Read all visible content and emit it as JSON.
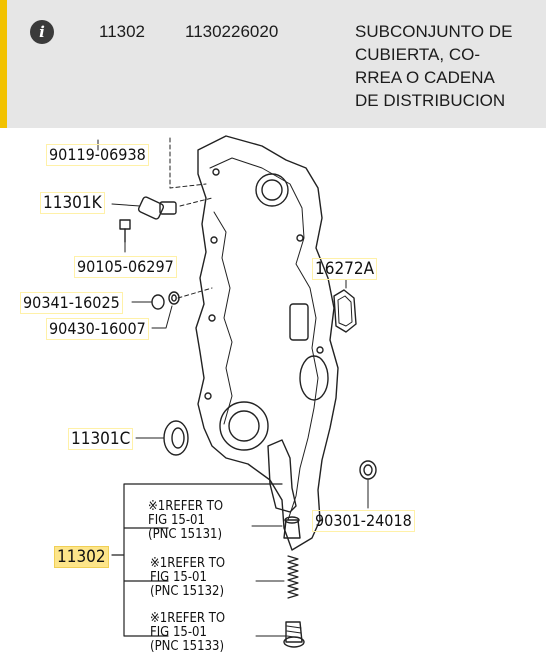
{
  "info_row": {
    "icon": "info-icon",
    "icon_glyph": "i",
    "pnc": "11302",
    "part_number": "1130226020",
    "description": "SUBCONJUNTO DE\nCUBIERTA,  CO-\nRREA O CADENA\nDE DISTRIBUCION",
    "accent_color": "#f2c200",
    "highlight_color": "#fde58a"
  },
  "diagram": {
    "callouts": {
      "c1": "90119-06938",
      "c2": "11301K",
      "c3": "90105-06297",
      "c4": "16272A",
      "c5": "90341-16025",
      "c6": "90430-16007",
      "c7": "11301C",
      "c8": "90301-24018",
      "c9": "11302"
    },
    "notes": [
      "※1REFER TO\nFIG 15-01\n(PNC 15131)",
      "※1REFER TO\nFIG 15-01\n(PNC 15132)",
      "※1REFER TO\nFIG 15-01\n(PNC 15133)"
    ]
  }
}
